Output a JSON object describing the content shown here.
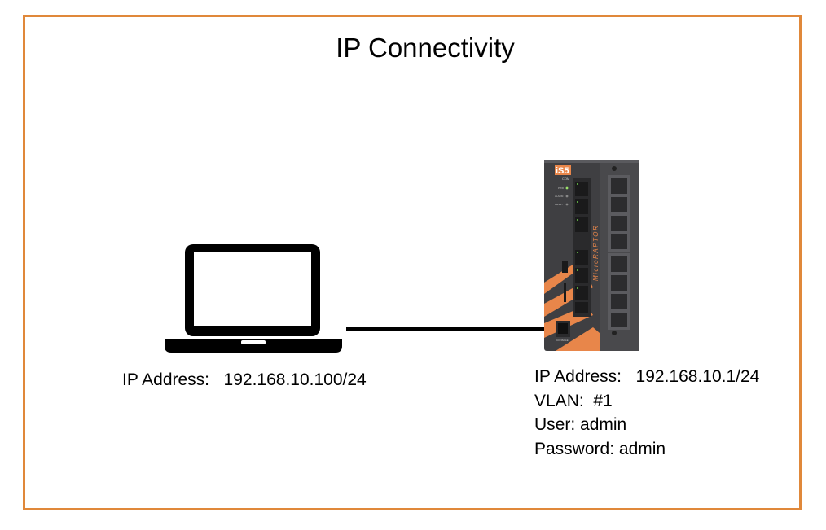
{
  "title": "IP Connectivity",
  "pc": {
    "ip_label": "IP Address:",
    "ip_value": "192.168.10.100/24"
  },
  "switch": {
    "logo": "iS5",
    "brand_sub": "COM",
    "model_text": "MicroRAPTOR",
    "console_label": "CONSOLE",
    "led_labels": [
      "PWR",
      "ALARM",
      "RESET"
    ],
    "ip_label": "IP Address:",
    "ip_value": "192.168.10.1/24",
    "vlan_label": "VLAN:",
    "vlan_value": "#1",
    "user_label": "User:",
    "user_value": "admin",
    "password_label": "Password:",
    "password_value": "admin"
  },
  "colors": {
    "frame": "#e0883a",
    "switch_body": "#3f3f42",
    "switch_accent": "#e8864a",
    "link": "#000000"
  },
  "icons": [
    "laptop-icon",
    "network-switch-icon"
  ]
}
